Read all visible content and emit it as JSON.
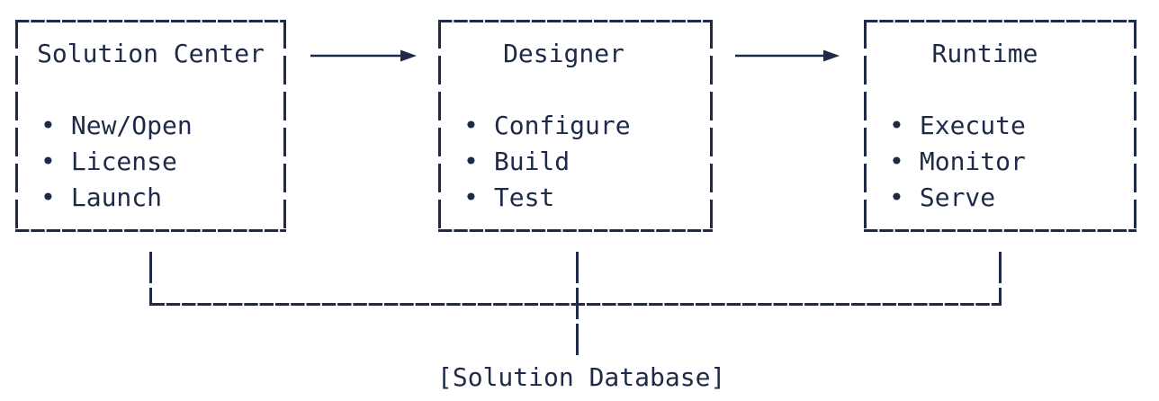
{
  "diagram": {
    "colors": {
      "accent": "#1e2a48",
      "background": "#ffffff"
    },
    "bullet_char": "•",
    "nodes": [
      {
        "title": "Solution Center",
        "items": [
          "New/Open",
          "License",
          "Launch"
        ]
      },
      {
        "title": "Designer",
        "items": [
          "Configure",
          "Build",
          "Test"
        ]
      },
      {
        "title": "Runtime",
        "items": [
          "Execute",
          "Monitor",
          "Serve"
        ]
      }
    ],
    "flows": [
      {
        "from": "Solution Center",
        "to": "Designer"
      },
      {
        "from": "Designer",
        "to": "Runtime"
      }
    ],
    "database_label": "[Solution Database]"
  }
}
